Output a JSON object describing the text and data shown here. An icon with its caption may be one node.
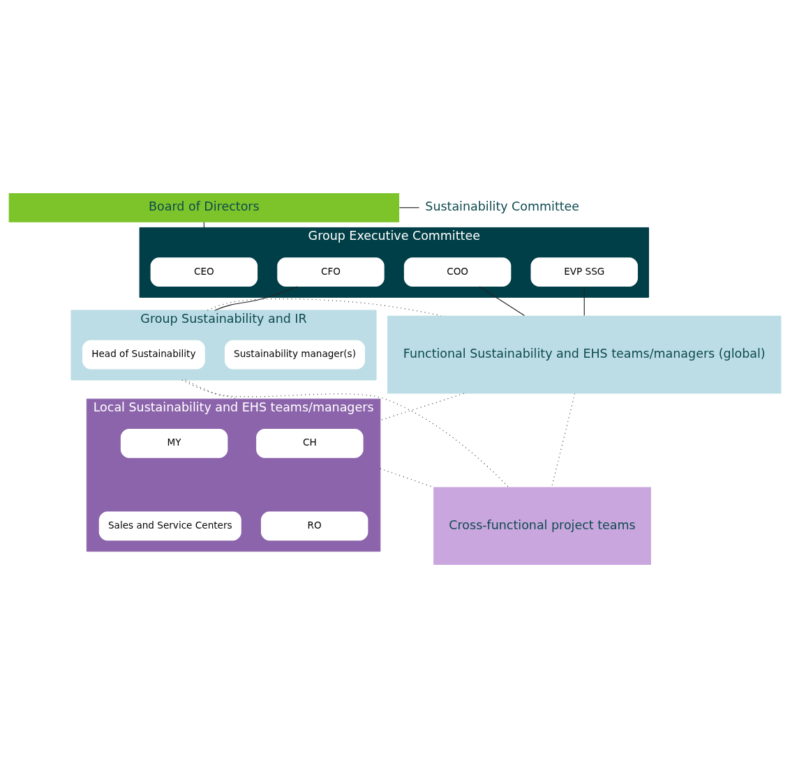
{
  "diagram": {
    "nodes": [
      {
        "text": [
          "Board of Directors"
        ]
      },
      {
        "text": [
          "Sustainability Committee"
        ]
      },
      {
        "text": [
          "Group Executive Committee"
        ]
      },
      {
        "text": [
          "CEO"
        ],
        "in": 2
      },
      {
        "text": [
          "CFO"
        ],
        "in": 2
      },
      {
        "text": [
          "COO"
        ],
        "in": 2
      },
      {
        "text": [
          "EVP SSG"
        ],
        "in": 2
      },
      {
        "text": [
          "Group Sustainability and IR"
        ]
      },
      {
        "text": [
          "Head of Sustainability"
        ],
        "in": 7
      },
      {
        "text": [
          "Sustainability manager(s)"
        ],
        "in": 7
      },
      {
        "text": [
          "Functional Sustainability and EHS teams/managers (global)"
        ]
      },
      {
        "text": [
          "Local Sustainability and EHS teams/managers"
        ]
      },
      {
        "text": [
          "CH"
        ],
        "in": 11
      },
      {
        "text": [
          "MY"
        ],
        "in": 11
      },
      {
        "text": [
          "RO"
        ],
        "in": 11
      },
      {
        "text": [
          "Sales and Service Centers"
        ],
        "in": 11
      },
      {
        "text": [
          "Cross-functional project teams"
        ]
      }
    ],
    "edges": [
      {
        "from": 0,
        "to": 2,
        "arrow": "none"
      },
      {
        "from": 1,
        "to": 0,
        "arrow": "none"
      },
      {
        "from": 4,
        "to": 7,
        "arrow": "none"
      },
      {
        "from": 5,
        "to": 10,
        "arrow": "none"
      },
      {
        "from": 6,
        "to": 10,
        "arrow": "none"
      },
      {
        "from": 7,
        "to": 10,
        "arrow": "none",
        "style": "dashed"
      },
      {
        "from": 7,
        "to": 11,
        "arrow": "none",
        "style": "dashed"
      },
      {
        "from": 7,
        "to": 16,
        "arrow": "none",
        "style": "dashed"
      },
      {
        "from": 10,
        "to": 11,
        "arrow": "none",
        "style": "dashed"
      },
      {
        "from": 10,
        "to": 16,
        "arrow": "none",
        "style": "dashed"
      },
      {
        "from": 11,
        "to": 16,
        "arrow": "none",
        "style": "dashed"
      }
    ]
  }
}
